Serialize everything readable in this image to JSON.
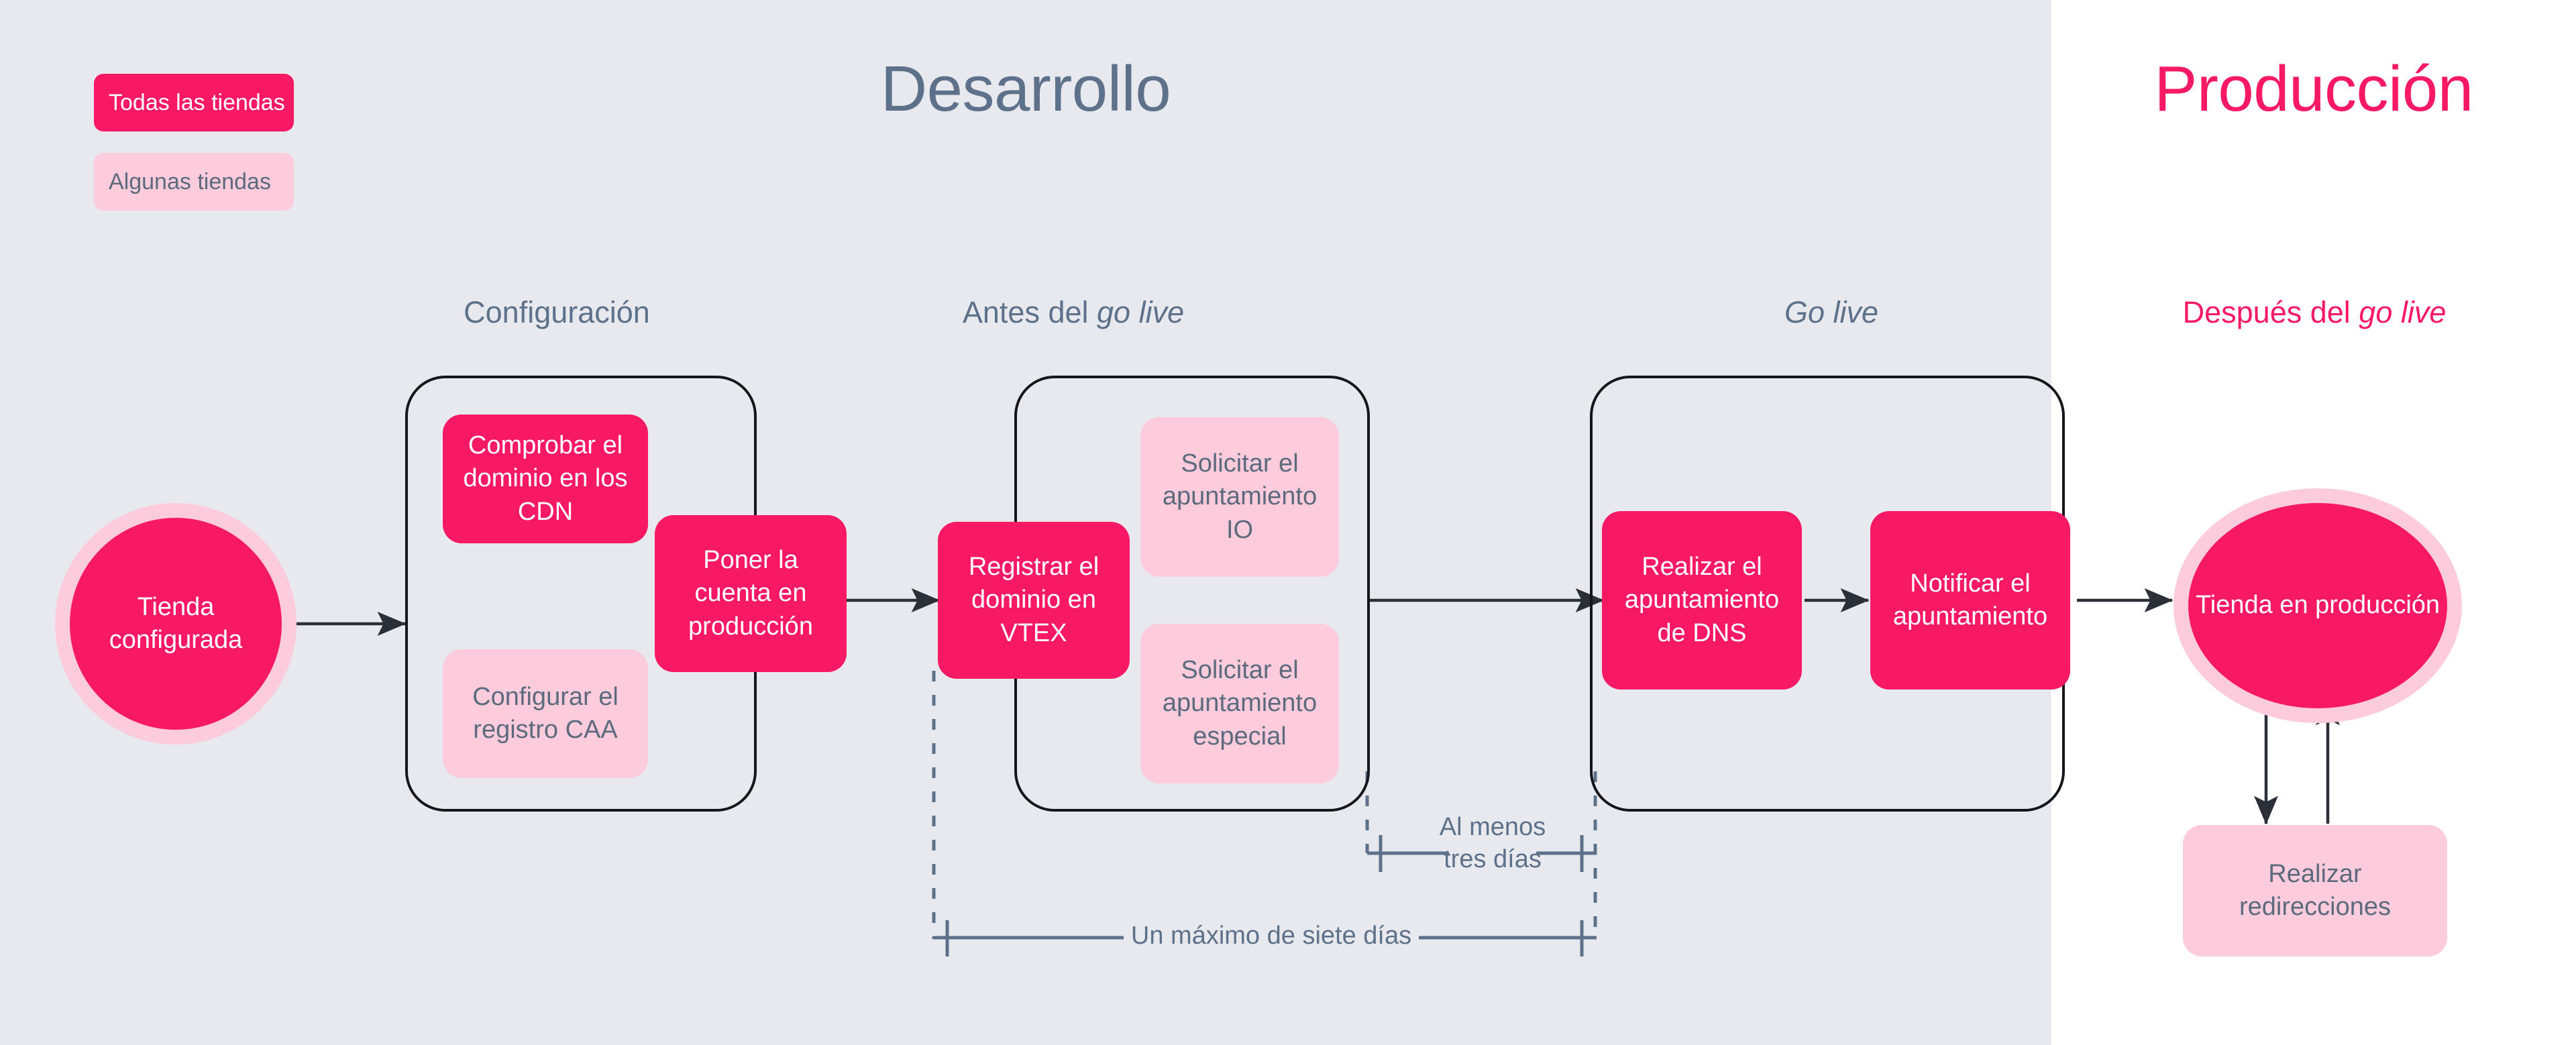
{
  "colors": {
    "dev_panel_bg": "#e7e9ee",
    "prod_panel_bg": "#ffffff",
    "accent_strong": "#f71963",
    "accent_soft": "#fcccdd",
    "text_slate": "#5d718a",
    "text_soft_node": "#5c6a7e",
    "stroke_dark": "#14161c",
    "dim_line": "#5d718a"
  },
  "legend": {
    "all_stores": "Todas las tiendas",
    "some_stores": "Algunas tiendas"
  },
  "panels": {
    "development_title": "Desarrollo",
    "production_title": "Producción"
  },
  "stages": [
    {
      "id": "configuracion",
      "label_plain": "Configuración",
      "label_pre": "Configuración",
      "label_italic": "",
      "label_post": ""
    },
    {
      "id": "antes-go-live",
      "label_plain": "Antes del go live",
      "label_pre": "Antes del ",
      "label_italic": "go live",
      "label_post": ""
    },
    {
      "id": "go-live",
      "label_plain": "Go live",
      "label_pre": "",
      "label_italic": "Go live",
      "label_post": ""
    },
    {
      "id": "despues-go-live",
      "label_plain": "Después del go live",
      "label_pre": "Después del ",
      "label_italic": "go live",
      "label_post": ""
    }
  ],
  "nodes": {
    "start_circle": "Tienda configurada",
    "comprobar_cdn": "Comprobar el dominio en los CDN",
    "configurar_caa": "Configurar el registro CAA",
    "poner_cuenta": "Poner la cuenta en producción",
    "registrar_vtex": "Registrar el dominio en VTEX",
    "solicitar_io": "Solicitar el apuntamiento IO",
    "solicitar_especial": "Solicitar el apuntamiento especial",
    "realizar_dns": "Realizar el apuntamiento de DNS",
    "notificar": "Notificar el apuntamiento",
    "end_circle": "Tienda en producción",
    "redirecciones": "Realizar redirecciones"
  },
  "annotations": {
    "three_days": "Al menos\ntres días",
    "seven_days": "Un máximo de siete días"
  }
}
